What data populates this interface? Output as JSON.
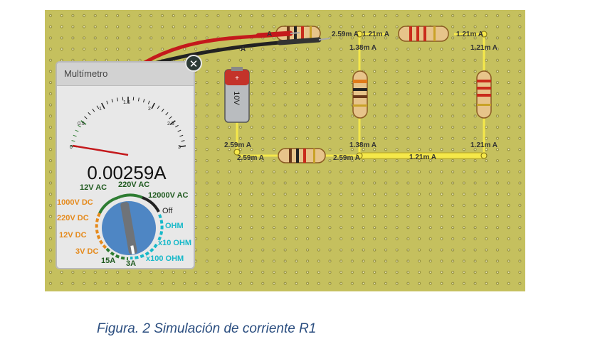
{
  "multimeter": {
    "title": "Multímetro",
    "reading": "0.00259A",
    "scale_labels": [
      "0",
      "0.5",
      "1",
      "1.5",
      "2",
      "2.5",
      "3"
    ],
    "dial": {
      "labels": {
        "v12_ac": "12V AC",
        "v220_ac": "220V AC",
        "v12000_ac": "12000V AC",
        "off": "Off",
        "ohm": "OHM",
        "x10_ohm": "x10 OHM",
        "x100_ohm": "x100 OHM",
        "a3": "3A",
        "a15": "15A",
        "v3_dc": "3V DC",
        "v12_dc": "12V DC",
        "v220_dc": "220V DC",
        "v1000_dc": "1000V DC"
      }
    },
    "close_symbol": "✕"
  },
  "battery": {
    "label": "10V"
  },
  "circuit_labels": {
    "top_left": "A",
    "top_left_sub": "A",
    "top_mid_1": "2.59m A",
    "top_mid_2": "1.21m A",
    "top_right": "1.21m A",
    "branch_mid_top": "1.38m A",
    "branch_right_top": "1.21m A",
    "bottom_left_1": "2.59m A",
    "bottom_left_2": "2.59m A",
    "bottom_mid_a": "2.59m A",
    "branch_mid_bottom": "1.38m A",
    "wire_right": "1.21m A",
    "branch_right_bottom": "1.21m A"
  },
  "colors": {
    "board": "#c5c05e",
    "dial": "#4e86c4",
    "orange": "#e58a1c",
    "cyan": "#18b9c9",
    "green": "#2e7d32"
  },
  "caption": "Figura. 2 Simulación de corriente R1"
}
